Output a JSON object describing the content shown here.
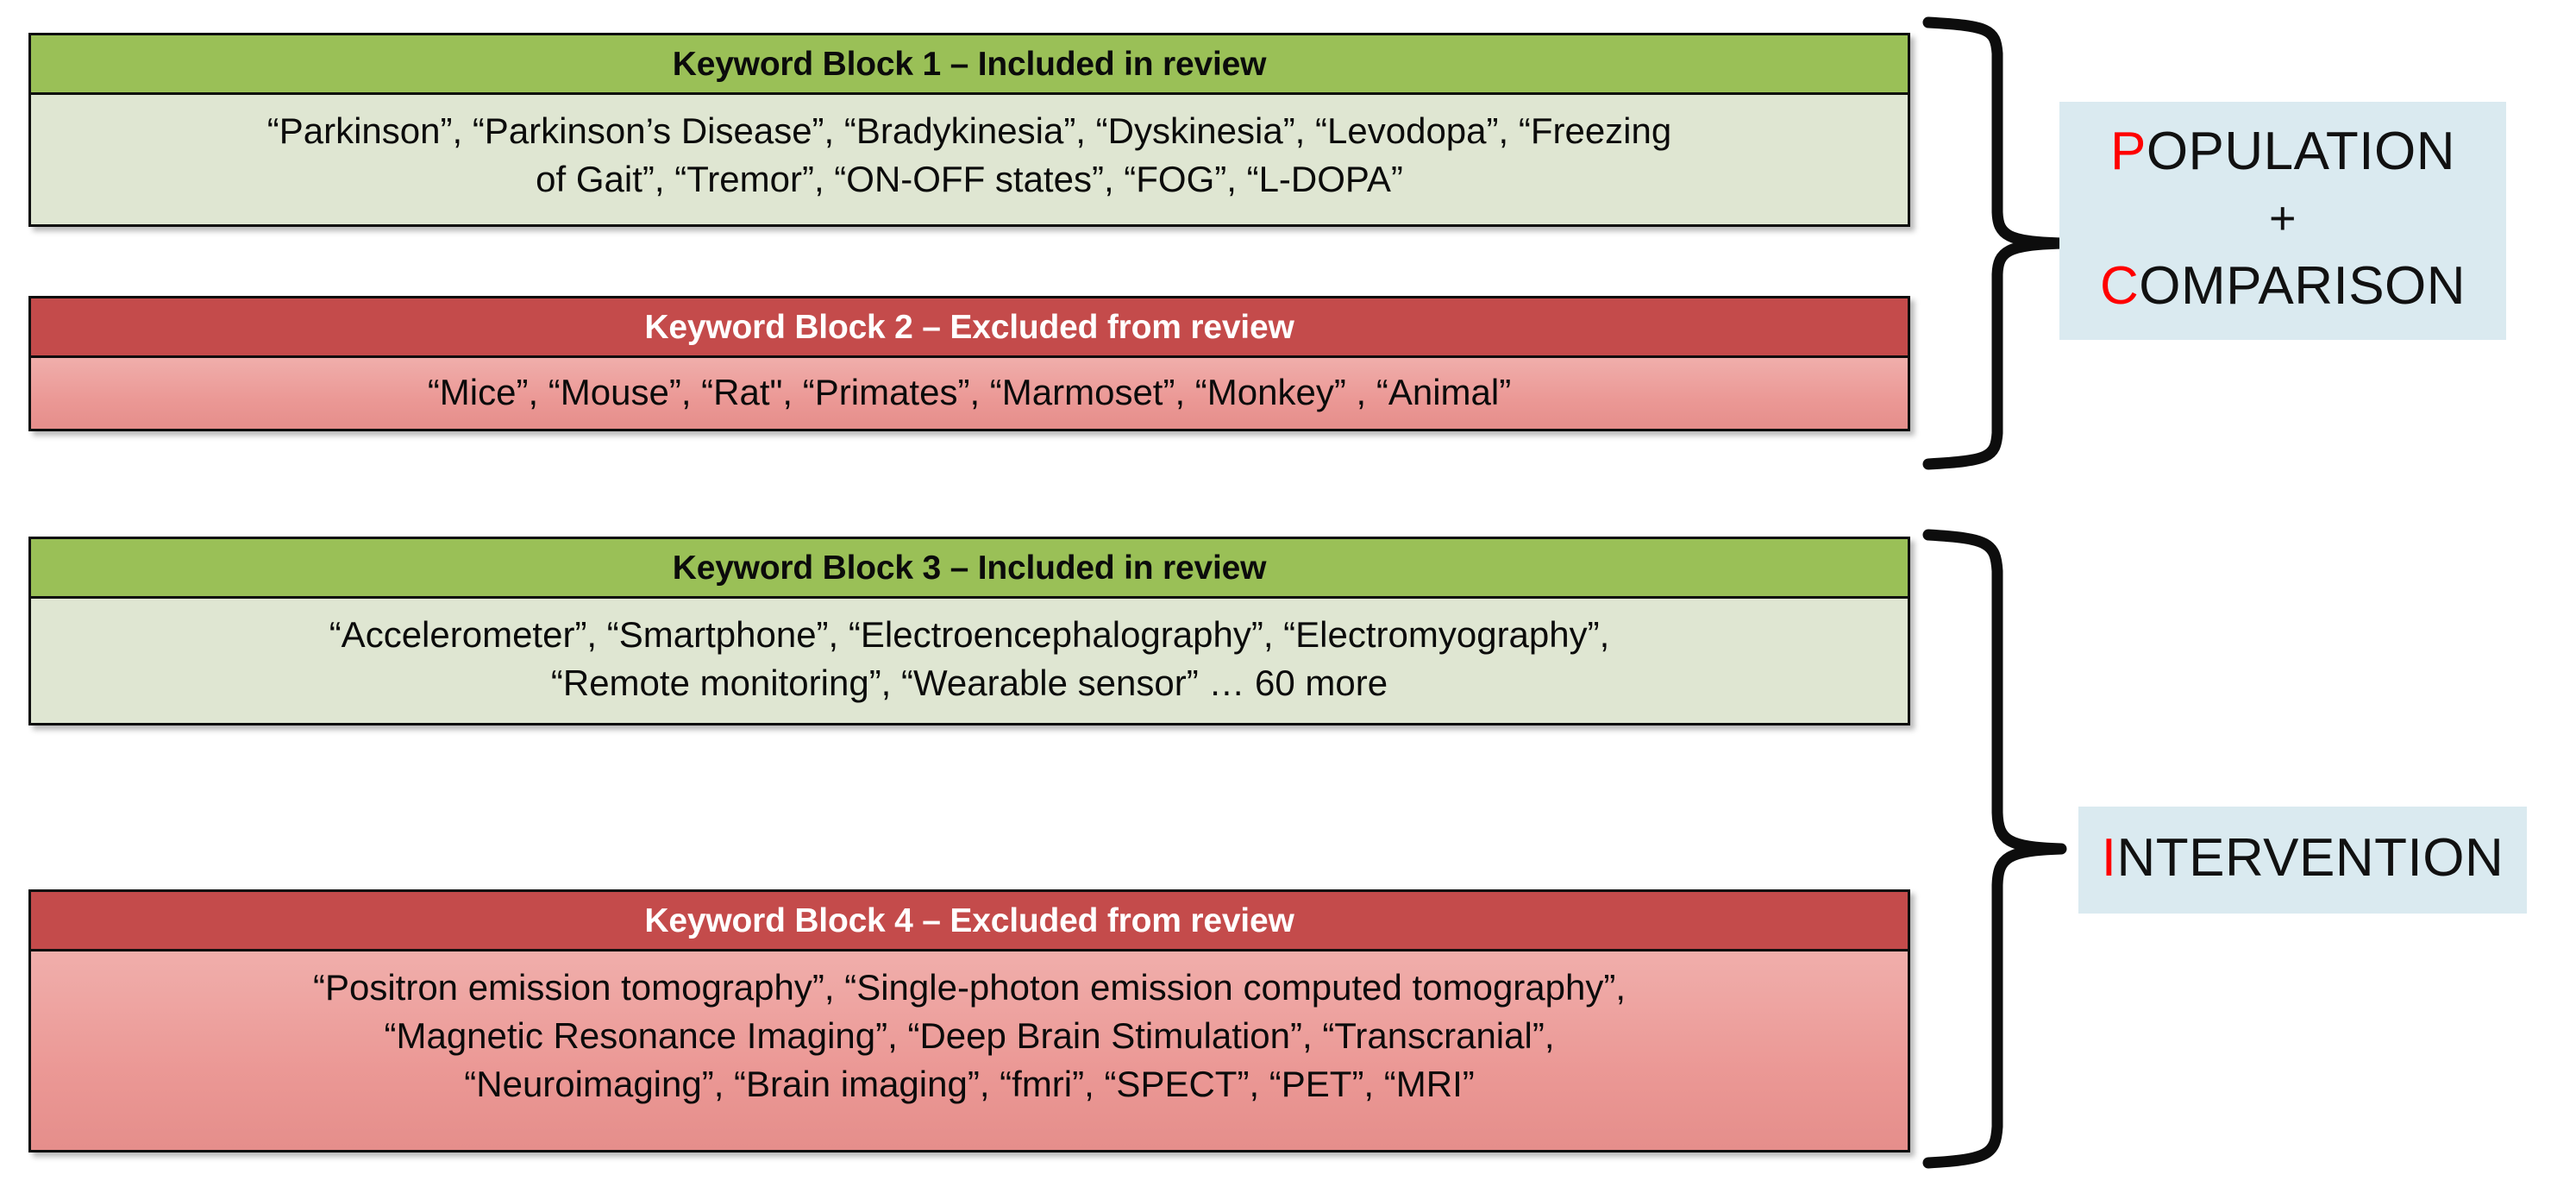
{
  "colors": {
    "included_header_bg": "#9ac057",
    "included_body_bg": "#dfe6d2",
    "excluded_header_bg": "#c44b4b",
    "excluded_body_bg_top": "#f0aeab",
    "excluded_body_bg_bottom": "#e58e8b",
    "pico_label_bg": "#daeaf0",
    "pico_accent": "#ff0000",
    "border": "#0d0d0d"
  },
  "groups": [
    {
      "id": "population-comparison",
      "brace_name": "brace-population-comparison",
      "pico": {
        "lines": [
          {
            "lead": "P",
            "rest": "OPULATION"
          },
          {
            "lead": "",
            "rest": "+"
          },
          {
            "lead": "C",
            "rest": "OMPARISON"
          }
        ]
      },
      "blocks": [
        {
          "number": 1,
          "header": "Keyword Block 1 – Included in review",
          "status": "included",
          "body_lines": [
            "“Parkinson”, “Parkinson’s Disease”, “Bradykinesia”, “Dyskinesia”, “Levodopa”, “Freezing",
            "of Gait”, “Tremor”, “ON-OFF states”, “FOG”, “L-DOPA”"
          ],
          "keywords": [
            "Parkinson",
            "Parkinson’s Disease",
            "Bradykinesia",
            "Dyskinesia",
            "Levodopa",
            "Freezing of Gait",
            "Tremor",
            "ON-OFF states",
            "FOG",
            "L-DOPA"
          ]
        },
        {
          "number": 2,
          "header": "Keyword Block 2 – Excluded from review",
          "status": "excluded",
          "body_lines": [
            "“Mice”, “Mouse”, “Rat\", “Primates”, “Marmoset”, “Monkey” , “Animal”"
          ],
          "keywords": [
            "Mice",
            "Mouse",
            "Rat",
            "Primates",
            "Marmoset",
            "Monkey",
            "Animal"
          ]
        }
      ]
    },
    {
      "id": "intervention",
      "brace_name": "brace-intervention",
      "pico": {
        "lines": [
          {
            "lead": "I",
            "rest": "NTERVENTION"
          }
        ]
      },
      "blocks": [
        {
          "number": 3,
          "header": "Keyword Block 3 – Included in review",
          "status": "included",
          "body_lines": [
            "“Accelerometer”, “Smartphone”, “Electroencephalography”, “Electromyography”,",
            "“Remote monitoring”, “Wearable sensor” … 60 more"
          ],
          "keywords": [
            "Accelerometer",
            "Smartphone",
            "Electroencephalography",
            "Electromyography",
            "Remote monitoring",
            "Wearable sensor"
          ],
          "more_count": "60 more"
        },
        {
          "number": 4,
          "header": "Keyword Block 4 – Excluded from review",
          "status": "excluded",
          "body_lines": [
            "“Positron emission tomography”, “Single-photon emission computed tomography”,",
            "“Magnetic Resonance Imaging”, “Deep Brain Stimulation”,  “Transcranial”,",
            "“Neuroimaging”, “Brain imaging”, “fmri”, “SPECT”, “PET”, “MRI”"
          ],
          "keywords": [
            "Positron emission tomography",
            "Single-photon emission computed tomography",
            "Magnetic Resonance Imaging",
            "Deep Brain Stimulation",
            "Transcranial",
            "Neuroimaging",
            "Brain imaging",
            "fmri",
            "SPECT",
            "PET",
            "MRI"
          ]
        }
      ]
    }
  ]
}
